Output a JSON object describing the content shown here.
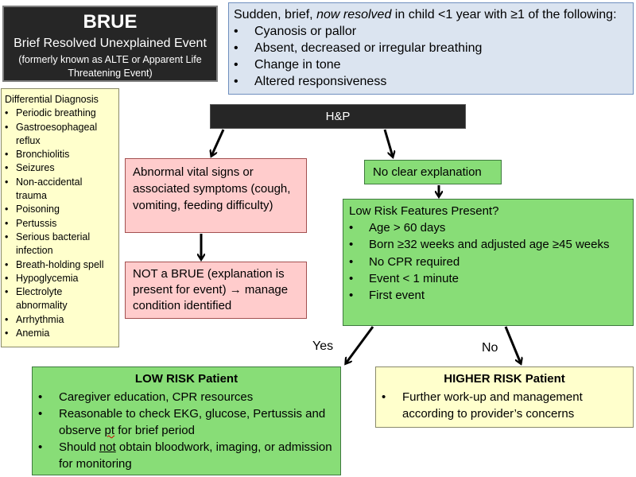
{
  "brue": {
    "title": "BRUE",
    "subtitle": "Brief Resolved Unexplained Event",
    "note": "(formerly known as ALTE or Apparent Life Threatening Event)"
  },
  "definition": {
    "intro_pre": "Sudden, brief, ",
    "intro_em": "now resolved",
    "intro_post": " in child <1 year with ≥1 of the following:",
    "items": [
      "Cyanosis or pallor",
      "Absent, decreased or irregular breathing",
      "Change in tone",
      "Altered responsiveness"
    ]
  },
  "ddx": {
    "title": "Differential Diagnosis",
    "items": [
      "Periodic breathing",
      "Gastroesophageal reflux",
      "Bronchiolitis",
      "Seizures",
      "Non-accidental trauma",
      "Poisoning",
      "Pertussis",
      "Serious bacterial infection",
      "Breath-holding spell",
      "Hypoglycemia",
      "Electrolyte abnormality",
      "Arrhythmia",
      "Anemia"
    ]
  },
  "hp": {
    "label": "H&P"
  },
  "abnormal": {
    "text": "Abnormal vital signs or associated symptoms (cough, vomiting, feeding difficulty)"
  },
  "not_brue": {
    "text": "NOT a BRUE (explanation is present for event) → manage condition identified"
  },
  "no_explanation": {
    "label": "No clear explanation"
  },
  "low_risk_features": {
    "title": "Low Risk Features Present?",
    "items": [
      "Age > 60 days",
      "Born ≥32 weeks and adjusted age ≥45 weeks",
      "No CPR required",
      "Event < 1 minute",
      "First event"
    ]
  },
  "yes_label": "Yes",
  "no_label": "No",
  "low_risk_patient": {
    "title": "LOW RISK Patient",
    "item1": "Caregiver education, CPR resources",
    "item2_pre": "Reasonable to check EKG, glucose, Pertussis and observe ",
    "item2_squig": "pt",
    "item2_post": " for brief period",
    "item3_pre": "Should ",
    "item3_u": "not",
    "item3_post": " obtain bloodwork, imaging, or admission for monitoring"
  },
  "higher_risk": {
    "title": "HIGHER RISK Patient",
    "item1": "Further work-up and management according to provider’s concerns"
  },
  "colors": {
    "dark_box": "#262626",
    "definition_fill": "#dbe4f0",
    "yellow_fill": "#ffffcc",
    "pink_fill": "#ffcccc",
    "green_fill": "#88dd77"
  }
}
